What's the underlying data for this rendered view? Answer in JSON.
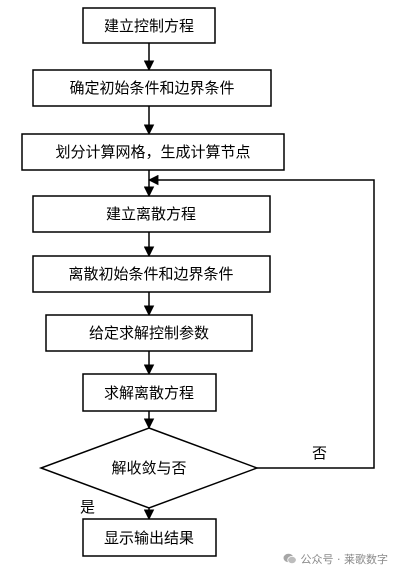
{
  "flowchart": {
    "steps": [
      "建立控制方程",
      "确定初始条件和边界条件",
      "划分计算网格，生成计算节点",
      "建立离散方程",
      "离散初始条件和边界条件",
      "给定求解控制参数",
      "求解离散方程",
      "解收敛与否",
      "显示输出结果"
    ],
    "branch_no": "否",
    "branch_yes": "是"
  },
  "watermark": {
    "text": "公众号 · 莱歌数字",
    "icon": "wechat-icon"
  }
}
